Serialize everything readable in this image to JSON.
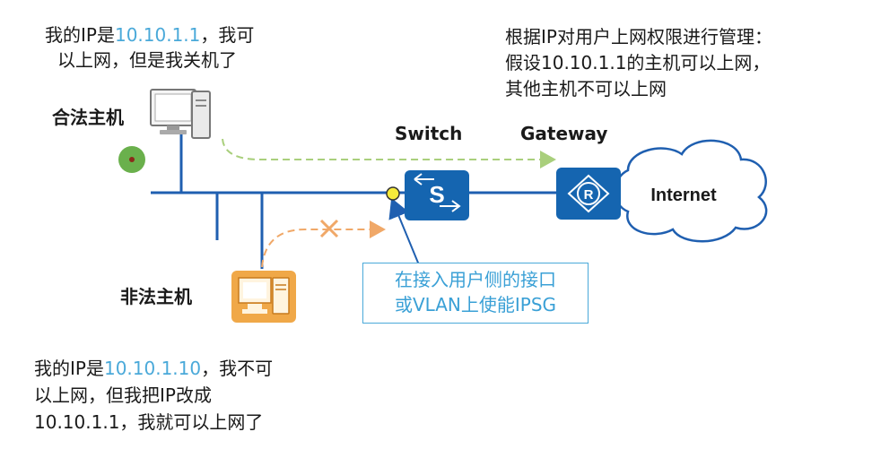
{
  "legal_host": {
    "label": "合法主机",
    "msg_prefix": "我的IP是",
    "msg_ip": "10.10.1.1",
    "msg_suffix": "，我可",
    "msg_line2": "以上网，但是我关机了"
  },
  "illegal_host": {
    "label": "非法主机",
    "msg_prefix": "我的IP是",
    "msg_ip": "10.10.1.10",
    "msg_suffix": "，我不可",
    "msg_line2": "以上网，但我把IP改成",
    "msg_line3": "10.10.1.1，我就可以上网了"
  },
  "gateway_note": {
    "line1": "根据IP对用户上网权限进行管理：",
    "line2": "假设10.10.1.1的主机可以上网，",
    "line3": "其他主机不可以上网"
  },
  "switch": {
    "label": "Switch",
    "glyph": "S"
  },
  "gateway": {
    "label": "Gateway",
    "glyph": "R"
  },
  "internet": {
    "label": "Internet"
  },
  "callout": {
    "line1": "在接入用户侧的接口",
    "line2": "或VLAN上使能IPSG"
  },
  "colors": {
    "device_blue": "#1565b0",
    "line_blue": "#1f5fb0",
    "legal_path": "#a9cf7c",
    "illegal_path": "#f0a868",
    "illegal_host": "#f0a848",
    "callout_text": "#3aa0d6",
    "ip_highlight": "#4aa9d9"
  },
  "icons": {
    "legal_host": "computer-icon",
    "illegal_host": "computer-icon",
    "power_off": "power-off-dot-icon",
    "switch": "switch-icon",
    "router": "router-icon",
    "blocked": "cross-icon",
    "interface_point": "interface-dot-icon"
  }
}
